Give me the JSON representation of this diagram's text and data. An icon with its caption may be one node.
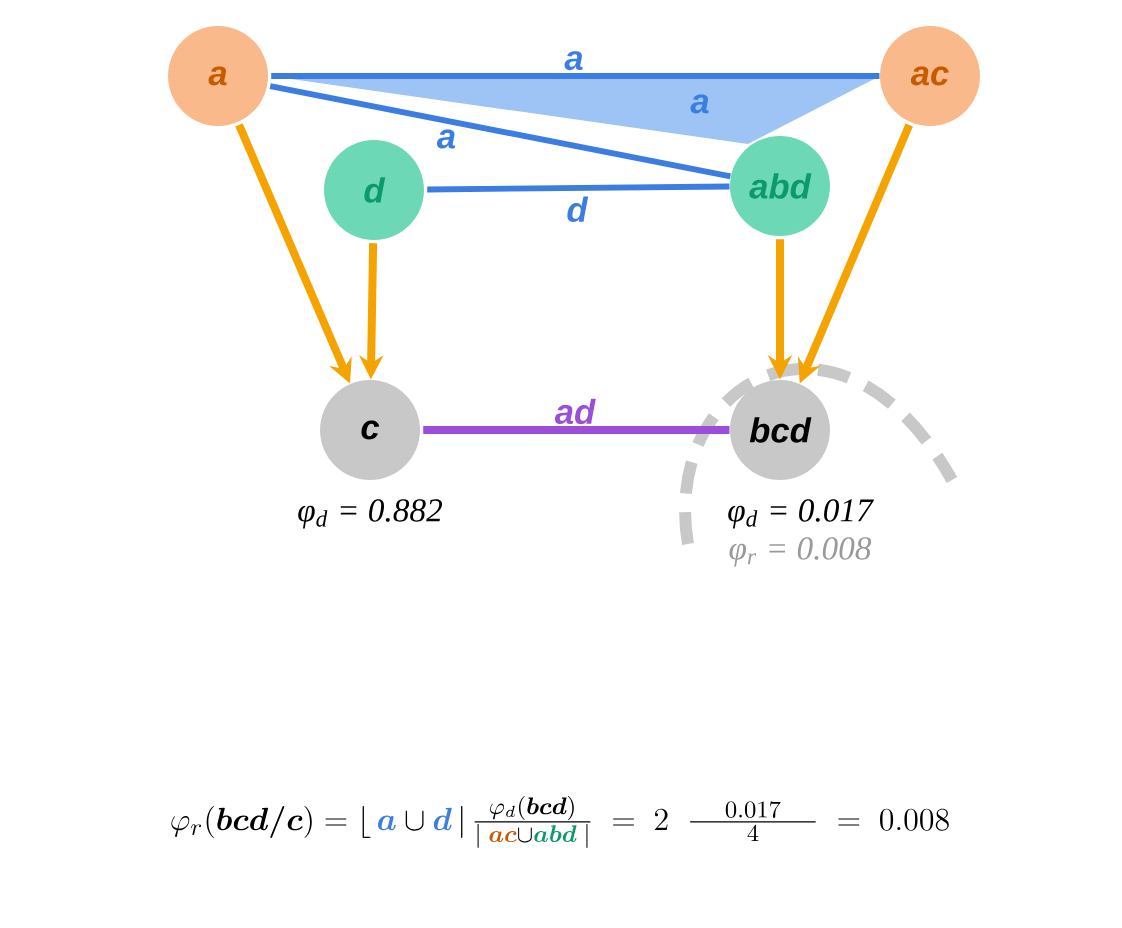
{
  "diagram": {
    "nodes": [
      {
        "text": [
          "a"
        ]
      },
      {
        "text": [
          "ac"
        ]
      },
      {
        "text": [
          "d"
        ]
      },
      {
        "text": [
          "abd"
        ]
      },
      {
        "text": [
          "c"
        ],
        "beside": [
          "φ$_{d}$ = 0.882"
        ]
      },
      {
        "text": [
          "bcd"
        ],
        "beside": [
          "φ$_{d}$ = 0.017",
          "φ$_{r}$ = 0.008"
        ]
      }
    ],
    "edges": [
      {
        "from": 0,
        "to": 1,
        "arrow": "none",
        "label": "a",
        "color": "#3b7de0"
      },
      {
        "from": 0,
        "to": 3,
        "arrow": "none",
        "label": "a",
        "color": "#3b7de0"
      },
      {
        "from": 2,
        "to": 3,
        "arrow": "none",
        "label": "d",
        "color": "#3b7de0"
      },
      {
        "from": 0,
        "to": 4,
        "arrow": "to",
        "color": "#f5a300"
      },
      {
        "from": 2,
        "to": 4,
        "arrow": "to",
        "color": "#f5a300"
      },
      {
        "from": 1,
        "to": 5,
        "arrow": "to",
        "color": "#f5a300"
      },
      {
        "from": 3,
        "to": 5,
        "arrow": "to",
        "color": "#f5a300"
      },
      {
        "from": 4,
        "to": 5,
        "arrow": "none",
        "label": "ad",
        "color": "#9b4fd6"
      }
    ],
    "labels": [
      "a",
      "\\varphi_r(\\boldsymbol{bcd/c}) = \\left\\lfloor\\, \\textcolor[HTML]{3B7DE0}{\\boldsymbol{a}} \\cup \\textcolor[HTML]{3B7DE0}{\\boldsymbol{d}}\\, \\right| \\frac{\\varphi_d(\\boldsymbol{bcd})}{|\\; \\textcolor[HTML]{C85A00}{\\boldsymbol{ac}} \\cup \\textcolor[HTML]{0D9A6A}{\\boldsymbol{abd}}\\; |} \\;=\\; 2\\;\\; \\frac{\\quad 0.017 \\quad}{4} \\;=\\; 0.008"
    ]
  }
}
